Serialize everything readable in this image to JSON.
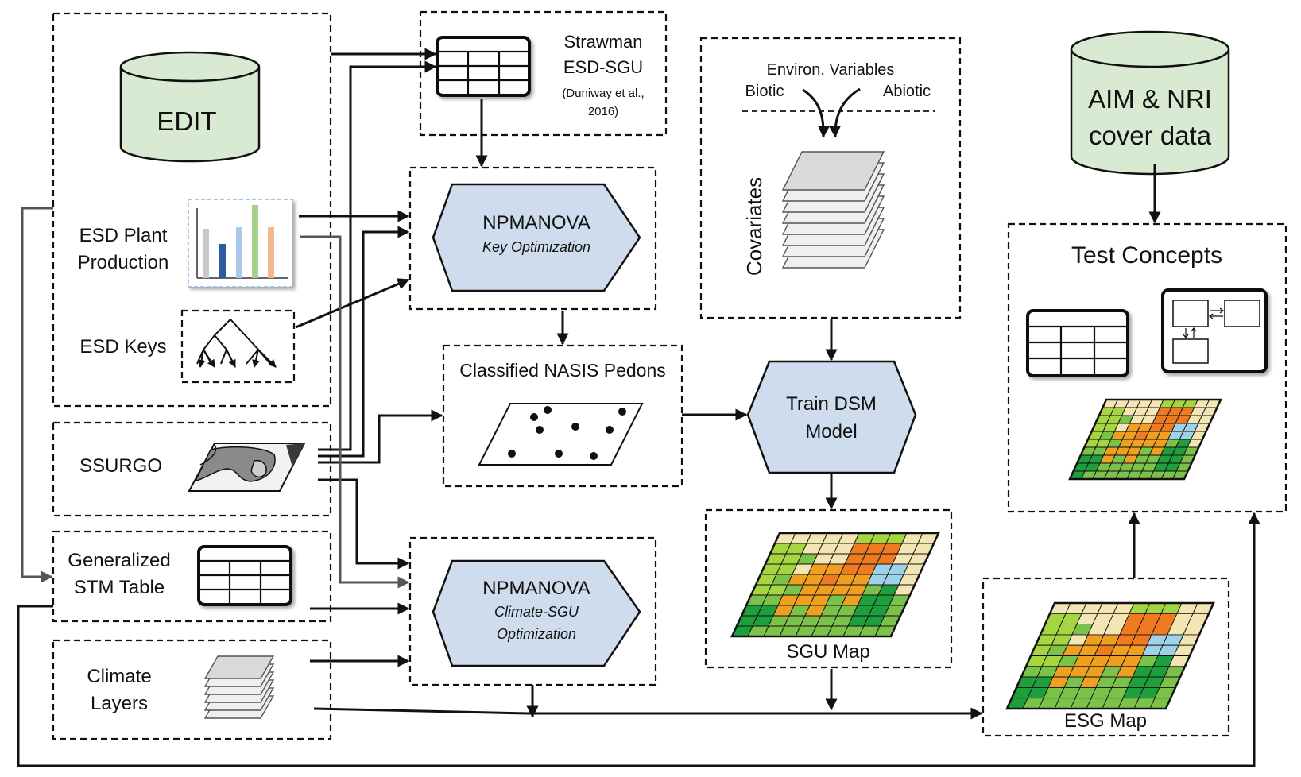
{
  "nodes": {
    "edit": "EDIT",
    "esd_plant_production": [
      "ESD Plant",
      "Production"
    ],
    "esd_keys": "ESD Keys",
    "ssurgo": "SSURGO",
    "generalized_stm_table": [
      "Generalized",
      "STM Table"
    ],
    "climate_layers": [
      "Climate",
      "Layers"
    ],
    "strawman": [
      "Strawman",
      "ESD-SGU"
    ],
    "strawman_citation": [
      "(Duniway et al.,",
      "2016)"
    ],
    "npmanova_key": {
      "title": "NPMANOVA",
      "subtitle": "Key Optimization"
    },
    "classified_pedons": "Classified NASIS Pedons",
    "npmanova_climate": {
      "title": "NPMANOVA",
      "subtitle": [
        "Climate-SGU",
        "Optimization"
      ]
    },
    "environ_variables": "Environ. Variables",
    "biotic": "Biotic",
    "abiotic": "Abiotic",
    "covariates": "Covariates",
    "train_dsm": [
      "Train DSM",
      "Model"
    ],
    "sgu_map": "SGU Map",
    "aim_nri": [
      "AIM & NRI",
      "cover data"
    ],
    "test_concepts": "Test Concepts",
    "esg_map": "ESG Map"
  },
  "colors": {
    "cylinder_fill": "#d9ead3",
    "hexagon_fill": "#cfdcee",
    "arrow": "#111111",
    "grey_arrow": "#555555",
    "map_palette": [
      "#1e9e3c",
      "#7bc24a",
      "#a5d642",
      "#f4e6b4",
      "#f0a020",
      "#ef7a21",
      "#9dd2e8"
    ]
  },
  "icons": [
    "database-icon",
    "table-icon",
    "bar-chart-icon",
    "tree-icon",
    "soil-map-icon",
    "layers-stack-icon",
    "grid-map-icon",
    "scatter-points-icon",
    "state-diagram-icon"
  ]
}
